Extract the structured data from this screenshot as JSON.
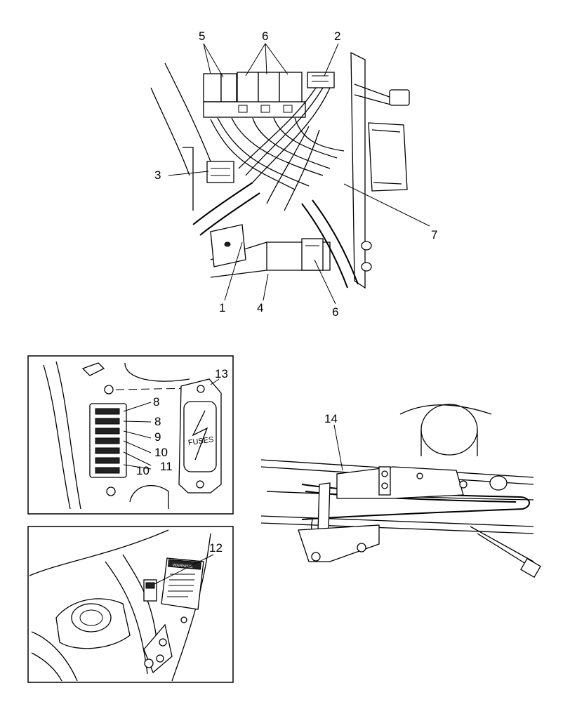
{
  "figure": {
    "callouts": {
      "c1": "1",
      "c2": "2",
      "c3": "3",
      "c4": "4",
      "c5": "5",
      "c6a": "6",
      "c6b": "6",
      "c7": "7",
      "c8a": "8",
      "c8b": "8",
      "c9": "9",
      "c10a": "10",
      "c10b": "10",
      "c11": "11",
      "c12": "12",
      "c13": "13",
      "c14": "14"
    },
    "fuse_cover_label": "FUSES",
    "warning_label_text": "WARNING"
  },
  "colors": {
    "line": "#000000",
    "background": "#ffffff"
  }
}
